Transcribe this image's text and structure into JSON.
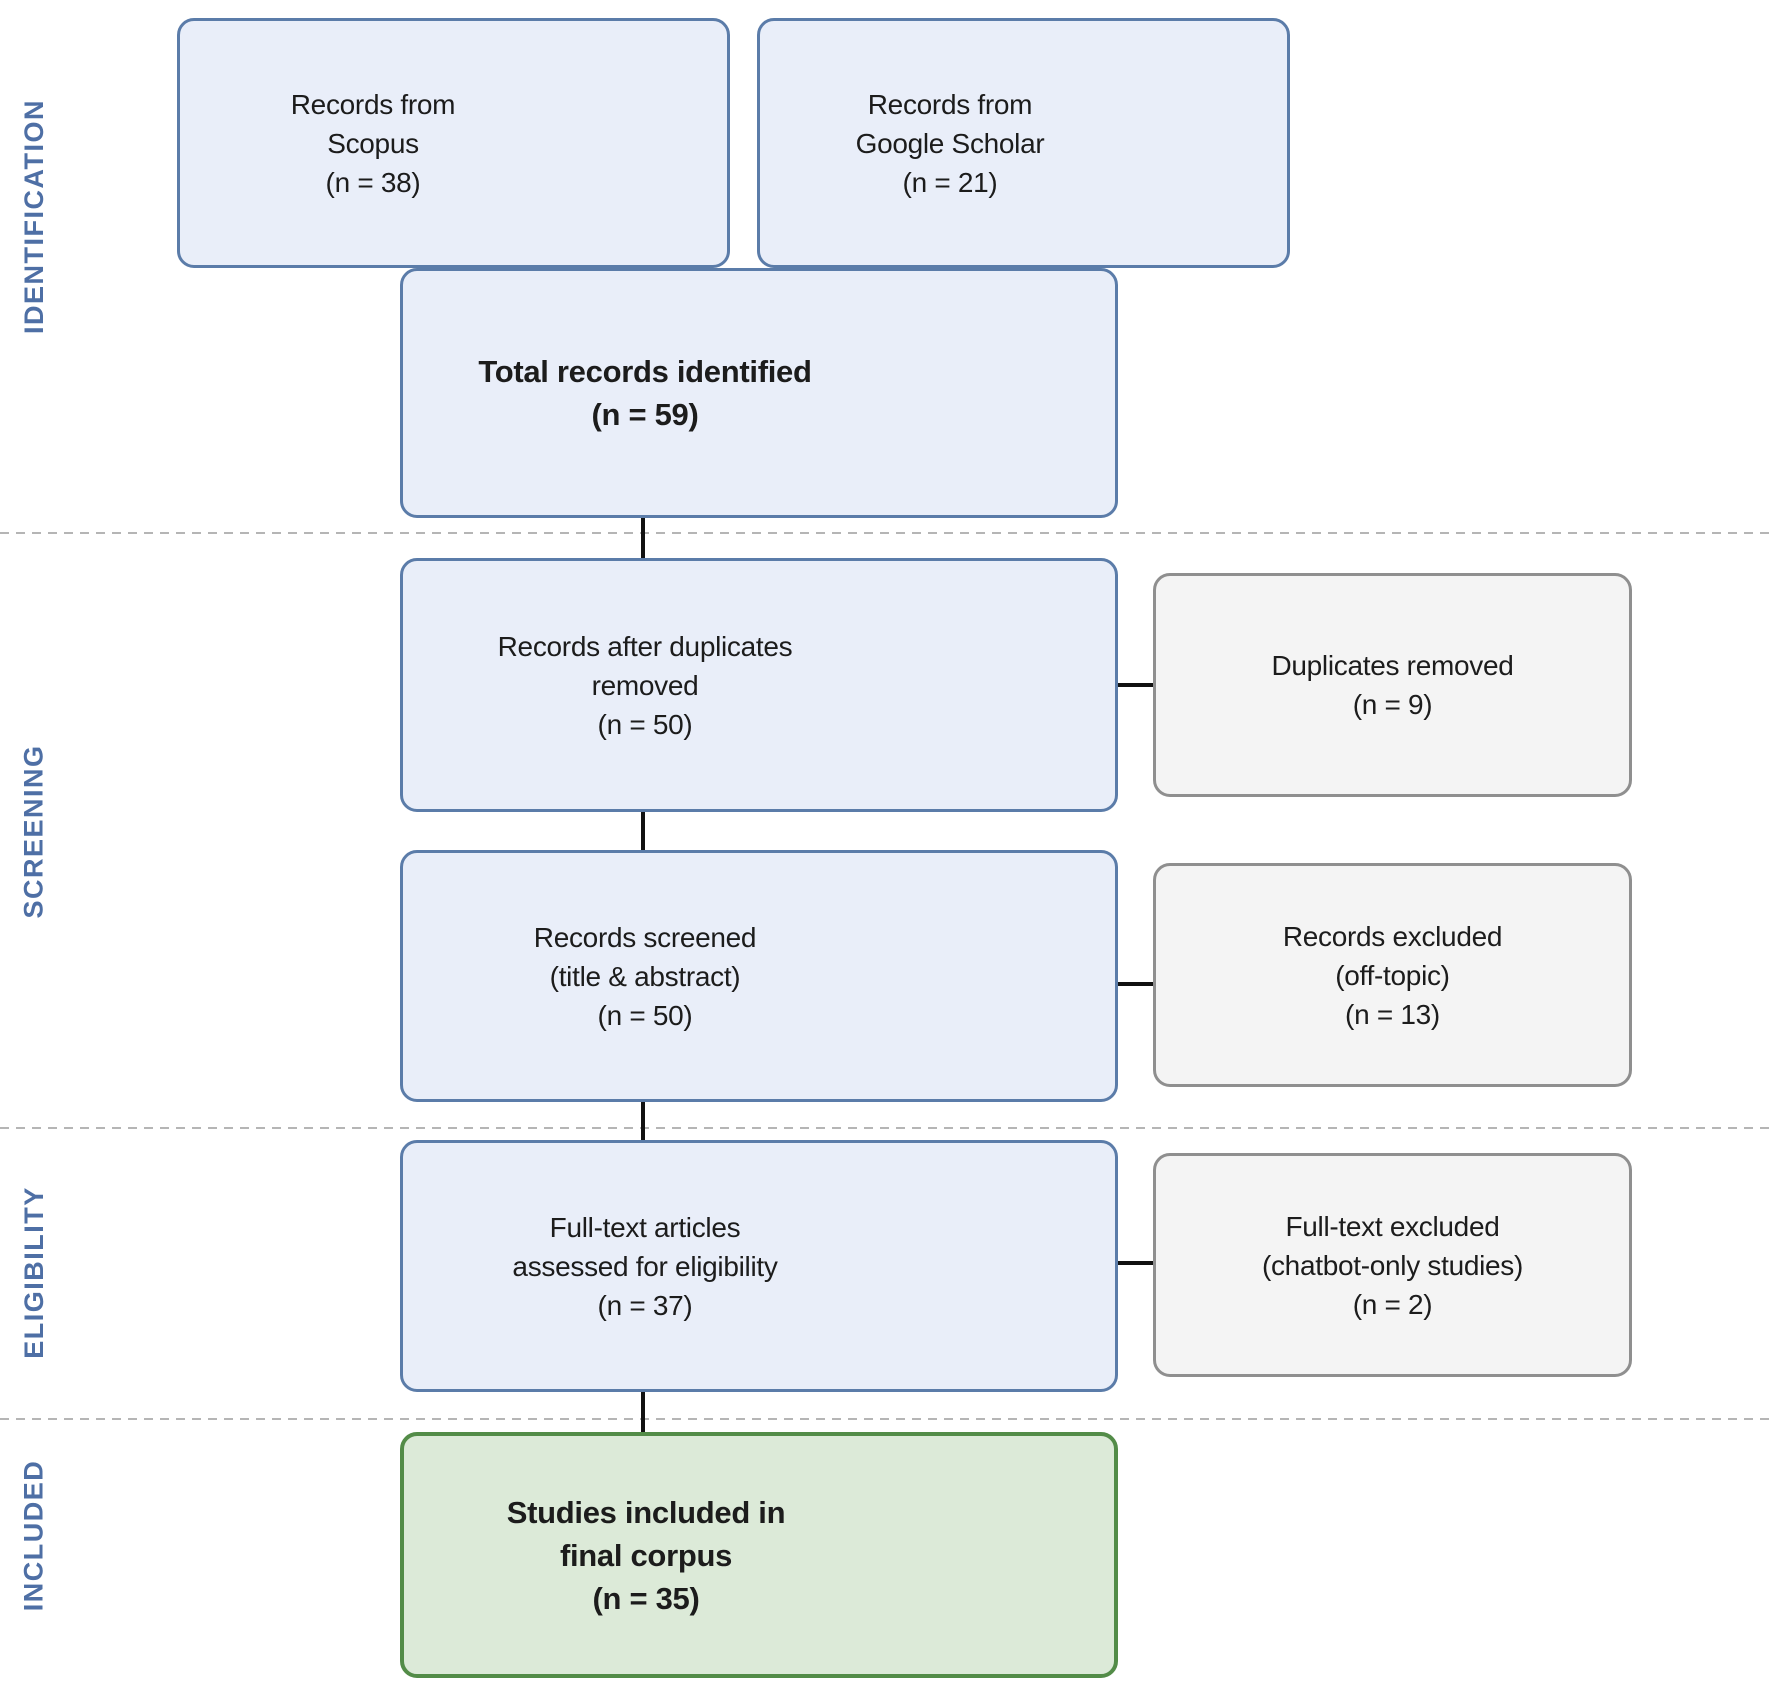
{
  "sections": {
    "identification": "IDENTIFICATION",
    "screening": "SCREENING",
    "eligibility": "ELIGIBILITY",
    "included": "INCLUDED"
  },
  "boxes": {
    "scopus": {
      "line1": "Records from",
      "line2": "Scopus",
      "line3": "(n = 38)"
    },
    "google_scholar": {
      "line1": "Records from",
      "line2": "Google Scholar",
      "line3": "(n = 21)"
    },
    "total": {
      "line1": "Total records identified",
      "line2": "(n = 59)"
    },
    "after_duplicates": {
      "line1": "Records after duplicates",
      "line2": "removed",
      "line3": "(n = 50)"
    },
    "duplicates_removed": {
      "line1": "Duplicates removed",
      "line2": "(n = 9)"
    },
    "screened": {
      "line1": "Records screened",
      "line2": "(title & abstract)",
      "line3": "(n = 50)"
    },
    "records_excluded": {
      "line1": "Records excluded",
      "line2": "(off-topic)",
      "line3": "(n = 13)"
    },
    "fulltext": {
      "line1": "Full-text articles",
      "line2": "assessed for eligibility",
      "line3": "(n = 37)"
    },
    "fulltext_excluded": {
      "line1": "Full-text excluded",
      "line2": "(chatbot-only studies)",
      "line3": "(n = 2)"
    },
    "included_final": {
      "line1": "Studies included in",
      "line2": "final corpus",
      "line3": "(n = 35)"
    }
  },
  "colors": {
    "blue-fill": "#e9eef9",
    "blue-border": "#5b7ca9",
    "gray-fill": "#f4f4f4",
    "gray-border": "#8f8f8f",
    "green-fill": "#dcead8",
    "green-border": "#538c48",
    "label": "#4e6fa5",
    "connector": "#111111",
    "divider": "#b5b5b5"
  }
}
